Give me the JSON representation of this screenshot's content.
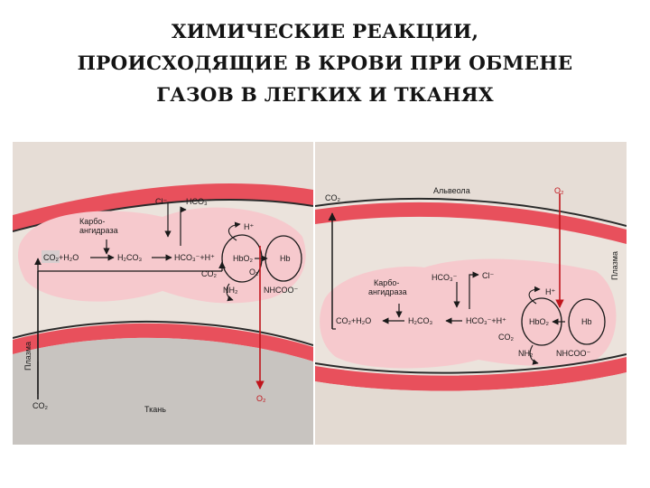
{
  "title": {
    "line1": "ХИМИЧЕСКИЕ РЕАКЦИИ,",
    "line2": "ПРОИСХОДЯЩИЕ В КРОВИ ПРИ ОБМЕНЕ",
    "line3": "ГАЗОВ В ЛЕГКИХ И ТКАНЯХ"
  },
  "colors": {
    "background": "#ffffff",
    "paper": "#ebe3dc",
    "plasma": "#f6c9cd",
    "vessel_wall": "#e8505c",
    "tissue": "#c8c4c0",
    "arrow_red": "#c0151c",
    "ink": "#1a1a1a"
  },
  "left_panel": {
    "tissue_label": "Ткань",
    "plasma_label": "Плазма",
    "enzyme_line1": "Карбо-",
    "enzyme_line2": "ангидраза",
    "cl": "Cl⁻",
    "hco3_top": "HCO₃⁻",
    "h_plus": "H⁺",
    "reaction_left": "CO₂+H₂O",
    "h2co3": "H₂CO₃",
    "hco3_h": "HCO₃⁻+H⁺",
    "hbo2": "HbO₂",
    "hb": "Hb",
    "o2_mid": "O₂",
    "co2_mid": "CO₂",
    "nh2": "NH₂",
    "nhcoo": "NHCOO⁻",
    "co2_bottom": "CO₂",
    "o2_bottom": "O₂"
  },
  "right_panel": {
    "alveolus_label": "Альвеола",
    "plasma_label": "Плазма",
    "co2_top": "CO₂",
    "o2_top": "O₂",
    "enzyme_line1": "Карбо-",
    "enzyme_line2": "ангидраза",
    "hco3_top": "HCO₃⁻",
    "cl": "Cl⁻",
    "h_plus": "H⁺",
    "reaction_left": "CO₂+H₂O",
    "h2co3": "H₂CO₃",
    "hco3_h": "HCO₃⁻+H⁺",
    "hbo2": "HbO₂",
    "hb": "Hb",
    "co2_mid": "CO₂",
    "nh2": "NH₂",
    "nhcoo": "NHCOO⁻"
  }
}
